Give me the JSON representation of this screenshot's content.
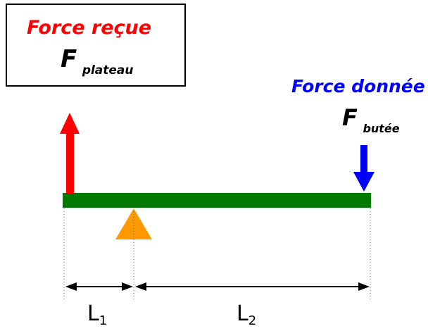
{
  "received": {
    "title": "Force reçue",
    "symbol": "F",
    "subscript": "plateau"
  },
  "given": {
    "title": "Force donnée",
    "symbol": "F",
    "subscript": "butée"
  },
  "dimensions": {
    "l1_letter": "L",
    "l1_index": "1",
    "l2_letter": "L",
    "l2_index": "2"
  },
  "colors": {
    "received": "#ff0000",
    "given": "#0000ff",
    "beam": "#007a00",
    "pivot": "#ff9900",
    "ink": "#000000"
  }
}
